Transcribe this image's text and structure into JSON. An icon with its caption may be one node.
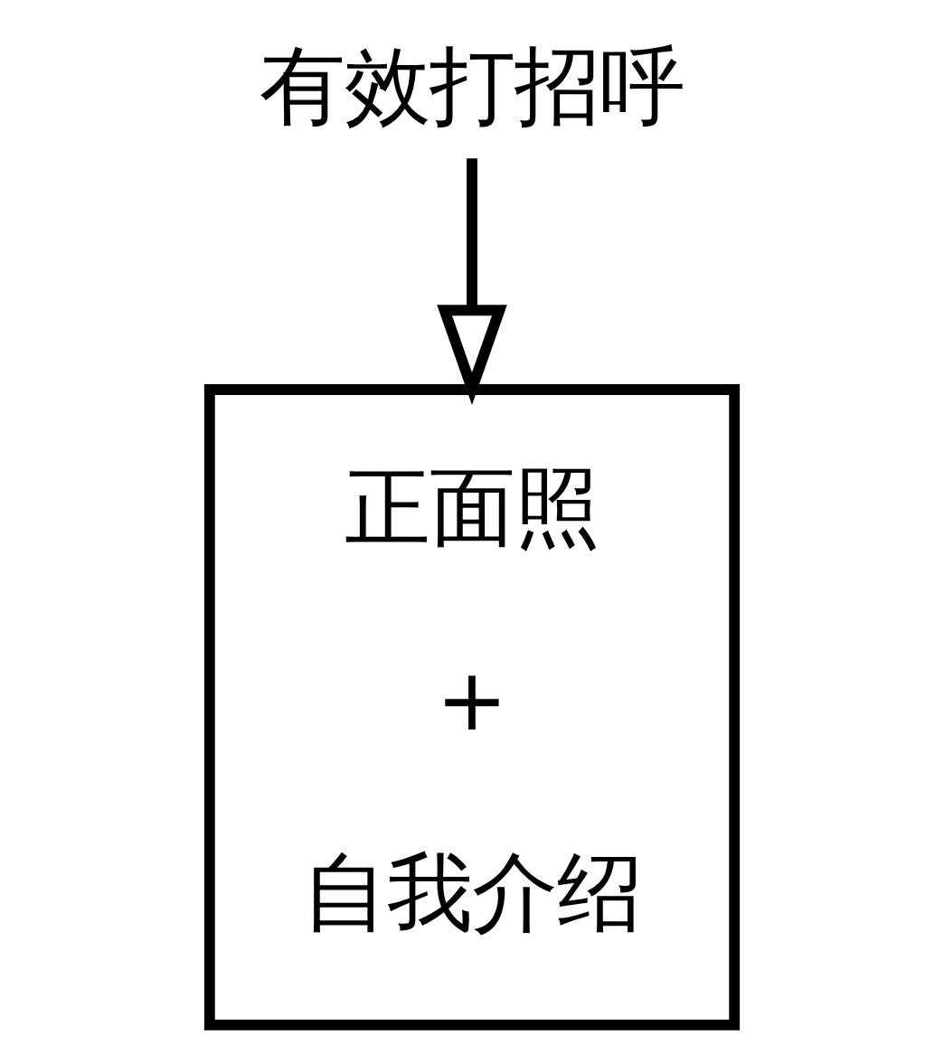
{
  "diagram": {
    "nodes": [
      {
        "text": [
          "有效打招呼"
        ]
      },
      {
        "text": [
          "正面照",
          "+",
          "自我介绍"
        ]
      }
    ],
    "edges": [
      {
        "from": 0,
        "to": 1,
        "arrow": "to"
      }
    ]
  }
}
